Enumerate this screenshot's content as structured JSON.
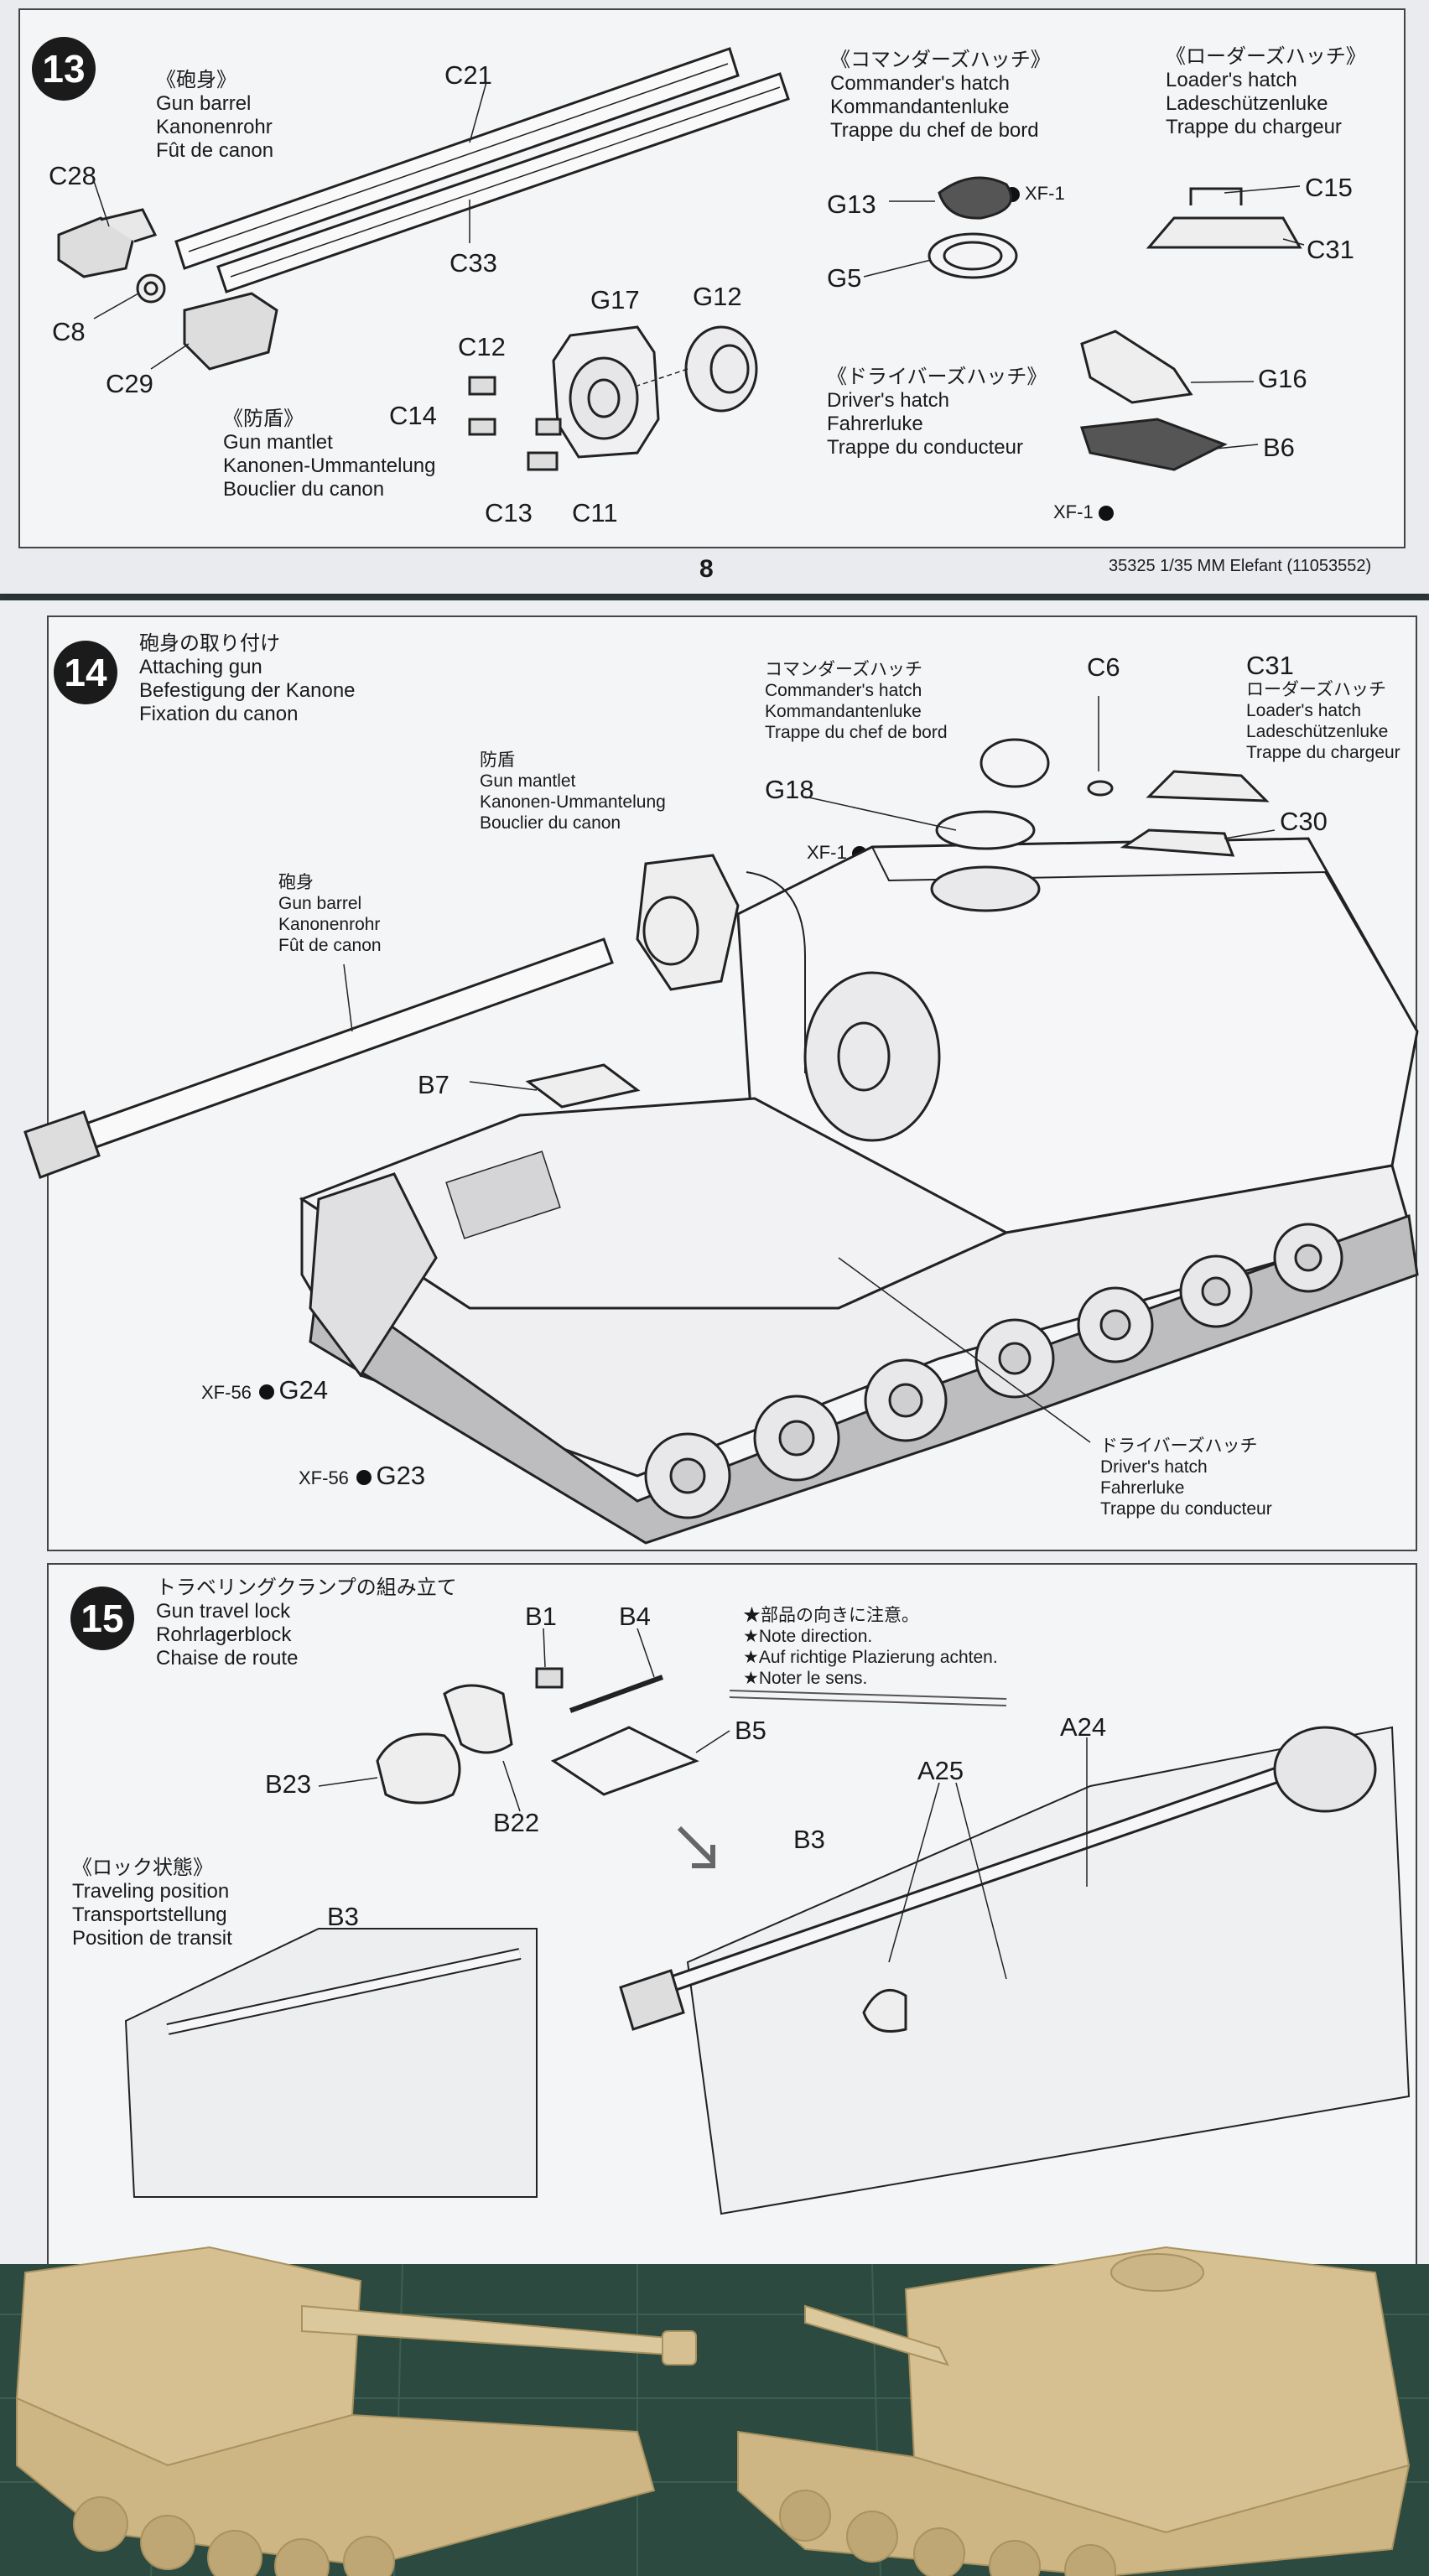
{
  "page": {
    "number": "8",
    "kit_ref": "35325  1/35 MM Elefant (11053552)"
  },
  "step13": {
    "number": "13",
    "gun_barrel": {
      "jp": "《砲身》",
      "en": "Gun barrel",
      "de": "Kanonenrohr",
      "fr": "Fût de canon"
    },
    "gun_mantlet": {
      "jp": "《防盾》",
      "en": "Gun mantlet",
      "de": "Kanonen-Ummantelung",
      "fr": "Bouclier du canon"
    },
    "commander_hatch": {
      "jp": "《コマンダーズハッチ》",
      "en": "Commander's hatch",
      "de": "Kommandantenluke",
      "fr": "Trappe du chef de bord"
    },
    "loader_hatch": {
      "jp": "《ローダーズハッチ》",
      "en": "Loader's hatch",
      "de": "Ladeschützenluke",
      "fr": "Trappe du chargeur"
    },
    "driver_hatch": {
      "jp": "《ドライバーズハッチ》",
      "en": "Driver's hatch",
      "de": "Fahrerluke",
      "fr": "Trappe du conducteur"
    },
    "parts": {
      "C21": "C21",
      "C28": "C28",
      "C33": "C33",
      "C8": "C8",
      "C29": "C29",
      "C12": "C12",
      "C14": "C14",
      "C13": "C13",
      "C11": "C11",
      "G17": "G17",
      "G12": "G12",
      "G13": "G13",
      "G5": "G5",
      "C15": "C15",
      "C31": "C31",
      "G16": "G16",
      "B6": "B6"
    },
    "paint": {
      "g13": "XF-1",
      "b6": "XF-1"
    }
  },
  "step14": {
    "number": "14",
    "title": {
      "jp": "砲身の取り付け",
      "en": "Attaching gun",
      "de": "Befestigung der Kanone",
      "fr": "Fixation du canon"
    },
    "commander_hatch": {
      "jp": "コマンダーズハッチ",
      "en": "Commander's hatch",
      "de": "Kommandantenluke",
      "fr": "Trappe du chef de bord"
    },
    "loader_hatch": {
      "jp": "ローダーズハッチ",
      "en": "Loader's hatch",
      "de": "Ladeschützenluke",
      "fr": "Trappe du chargeur"
    },
    "gun_mantlet": {
      "jp": "防盾",
      "en": "Gun mantlet",
      "de": "Kanonen-Ummantelung",
      "fr": "Bouclier du canon"
    },
    "gun_barrel": {
      "jp": "砲身",
      "en": "Gun barrel",
      "de": "Kanonenrohr",
      "fr": "Fût de canon"
    },
    "driver_hatch": {
      "jp": "ドライバーズハッチ",
      "en": "Driver's hatch",
      "de": "Fahrerluke",
      "fr": "Trappe du conducteur"
    },
    "parts": {
      "C6": "C6",
      "C31": "C31",
      "G18": "G18",
      "C30": "C30",
      "B7": "B7",
      "G24": "G24",
      "G23": "G23"
    },
    "paint": {
      "g18": "XF-1",
      "g24": "XF-56",
      "g23": "XF-56"
    }
  },
  "step15": {
    "number": "15",
    "title": {
      "jp": "トラベリングクランプの組み立て",
      "en": "Gun travel lock",
      "de": "Rohrlagerblock",
      "fr": "Chaise de route"
    },
    "note": {
      "jp": "★部品の向きに注意。",
      "en": "★Note direction.",
      "de": "★Auf richtige Plazierung achten.",
      "fr": "★Noter le sens."
    },
    "travel": {
      "jp": "《ロック状態》",
      "en": "Traveling position",
      "de": "Transportstellung",
      "fr": "Position de transit"
    },
    "parts": {
      "B1": "B1",
      "B4": "B4",
      "B5": "B5",
      "B23": "B23",
      "B22": "B22",
      "B3a": "B3",
      "B3b": "B3",
      "A25": "A25",
      "A24": "A24"
    }
  },
  "colors": {
    "paper": "#f4f5f7",
    "ink": "#1a1a1a",
    "mat": "#2c4a40",
    "model": "#d9c49a"
  }
}
